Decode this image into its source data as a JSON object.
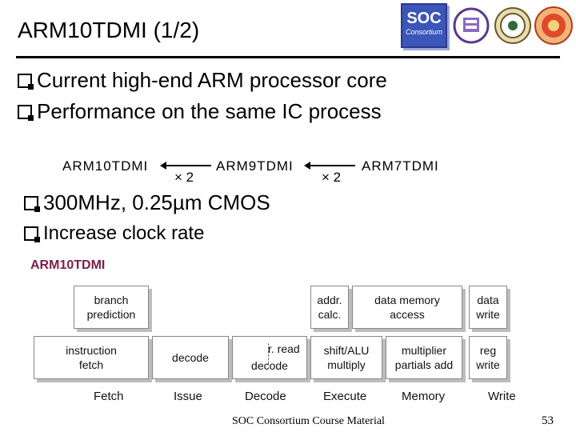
{
  "slide": {
    "title": "ARM10TDMI (1/2)",
    "bullets_top": [
      "Current high-end ARM processor core",
      "Performance on the same IC process"
    ],
    "performance": {
      "cores": [
        "ARM10TDMI",
        "ARM9TDMI",
        "ARM7TDMI"
      ],
      "multipliers": [
        "× 2",
        "× 2"
      ]
    },
    "bullets_mid": [
      "300MHz, 0.25µm CMOS",
      "Increase clock rate"
    ],
    "pipeline": {
      "title": "ARM10TDMI",
      "cells": {
        "branch_prediction": "branch\nprediction",
        "addr_calc": "addr.\ncalc.",
        "data_memory_access": "data memory\naccess",
        "data_write": "data\nwrite",
        "instruction_fetch": "instruction\nfetch",
        "decode_issue": "decode",
        "r_read": "r. read",
        "decode_decode": "decode",
        "shift_alu": "shift/ALU\nmultiply",
        "multiplier_partials": "multiplier\npartials add",
        "reg_write": "reg\nwrite"
      },
      "stages": [
        "Fetch",
        "Issue",
        "Decode",
        "Execute",
        "Memory",
        "Write"
      ]
    },
    "logos": {
      "soc_logo_text": "SOC",
      "soc_logo_sub": "Consortium"
    },
    "footer": "SOC Consortium Course Material",
    "page_number": "53"
  }
}
